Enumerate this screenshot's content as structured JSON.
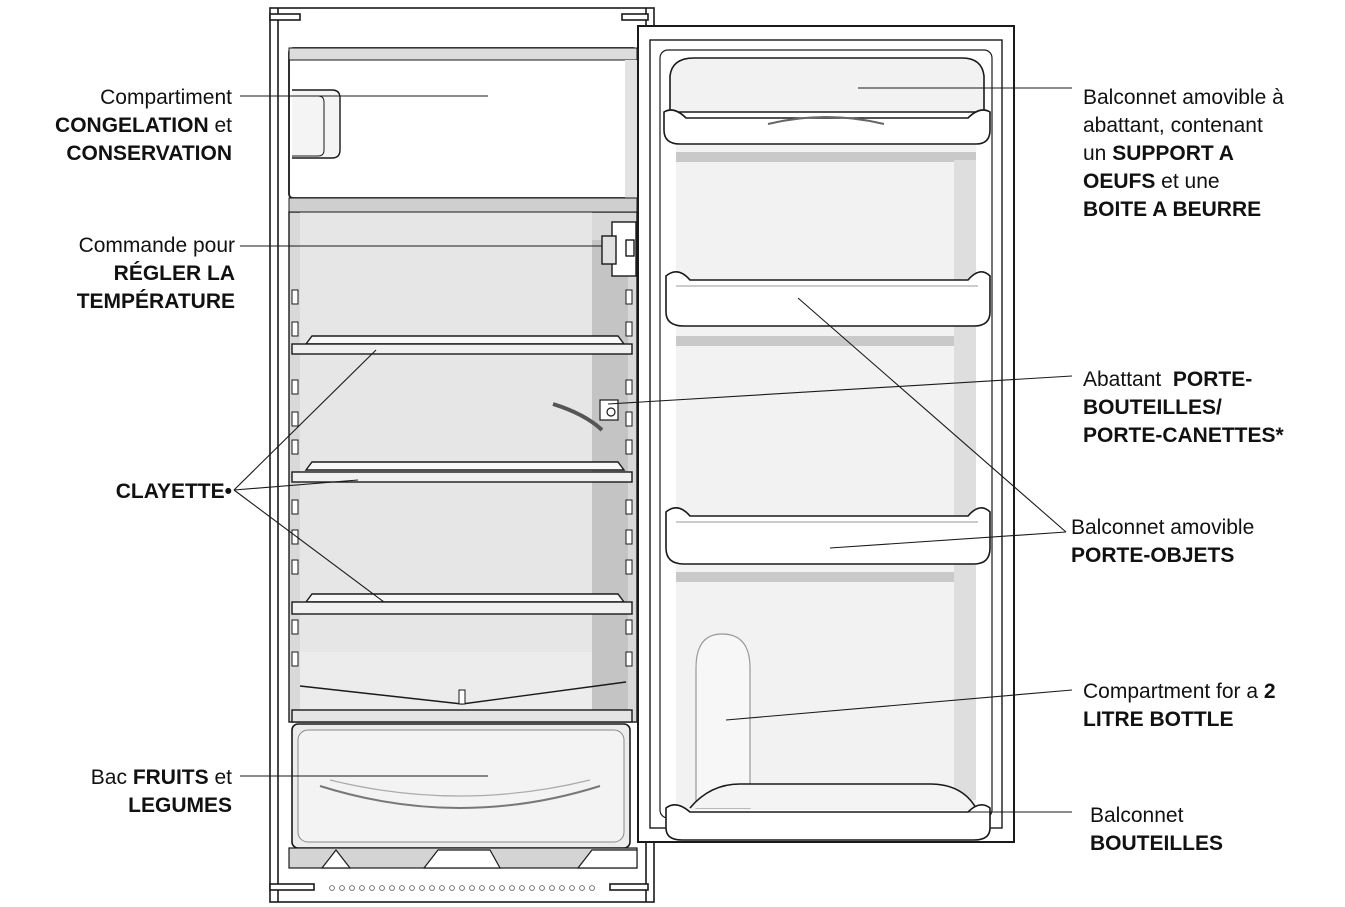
{
  "colors": {
    "outline": "#1a1a1a",
    "liner": "#d9d9d9",
    "liner_dark": "#bdbdbd",
    "shelf": "#f4f4f4",
    "white": "#ffffff",
    "label_text": "#111111"
  },
  "labels": {
    "freezer": {
      "line1": "Compartiment",
      "line2_bold": "CONGELATION",
      "line2_rest": " et",
      "line3_bold": "CONSERVATION"
    },
    "thermostat": {
      "line1": "Commande pour",
      "line2_bold": "RÉGLER LA",
      "line3_bold": "TEMPÉRATURE"
    },
    "shelf": {
      "line1_bold": "CLAYETTE•"
    },
    "crisper": {
      "line1_pre": "Bac ",
      "line1_bold": "FRUITS",
      "line1_rest": " et",
      "line2_bold": "LEGUMES"
    },
    "egg_balcony": {
      "line1": "Balconnet amovible à",
      "line2": "abattant, contenant",
      "line3_pre": "un ",
      "line3_bold": "SUPPORT A",
      "line4_bold": "OEUFS",
      "line4_rest": " et une",
      "line5_bold": "BOITE A BEURRE"
    },
    "bottle_holder": {
      "line1_pre": "Abattant  ",
      "line1_bold": "PORTE-",
      "line2_bold": "BOUTEILLES/",
      "line3_bold": "PORTE-CANETTES*"
    },
    "object_balcony": {
      "line1": "Balconnet amovible",
      "line2_bold": "PORTE-OBJETS"
    },
    "two_litre": {
      "line1_pre": "Compartment for a ",
      "line1_bold": "2",
      "line2_bold": "LITRE BOTTLE"
    },
    "bottle_balcony": {
      "line1": "Balconnet",
      "line2_bold": "BOUTEILLES"
    }
  }
}
